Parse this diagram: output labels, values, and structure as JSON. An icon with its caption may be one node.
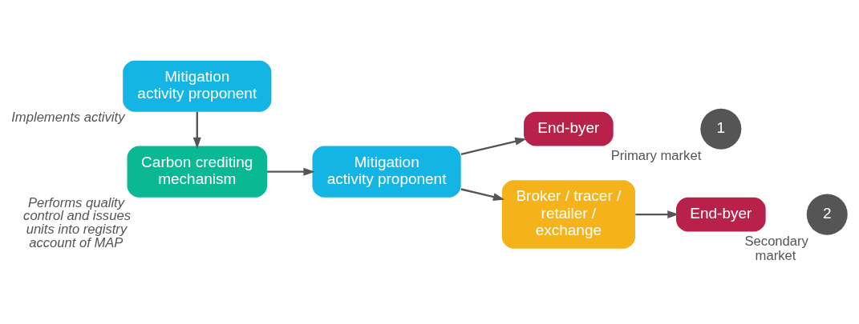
{
  "diagram": {
    "nodes": [
      {
        "text": [
          "Mitigation activity proponent"
        ],
        "beside": [
          "Implements activity"
        ]
      },
      {
        "text": [
          "Carbon crediting mechanism"
        ],
        "beside": [
          "Performs quality control and issues units into registry account of MAP"
        ]
      },
      {
        "text": [
          "Mitigation activity proponent"
        ]
      },
      {
        "text": [
          "End-byer"
        ]
      },
      {
        "text": [
          "Broker / tracer / retailer / exchange"
        ]
      },
      {
        "text": [
          "End-byer"
        ]
      },
      {
        "text": [
          "1"
        ],
        "beside": [
          "Primary market"
        ]
      },
      {
        "text": [
          "2"
        ],
        "beside": [
          "Secondary market"
        ]
      }
    ],
    "edges": [
      {
        "from": 0,
        "to": 1,
        "arrow": "to"
      },
      {
        "from": 1,
        "to": 2,
        "arrow": "to"
      },
      {
        "from": 2,
        "to": 3,
        "arrow": "to"
      },
      {
        "from": 2,
        "to": 4,
        "arrow": "to"
      },
      {
        "from": 4,
        "to": 5,
        "arrow": "to"
      }
    ]
  }
}
